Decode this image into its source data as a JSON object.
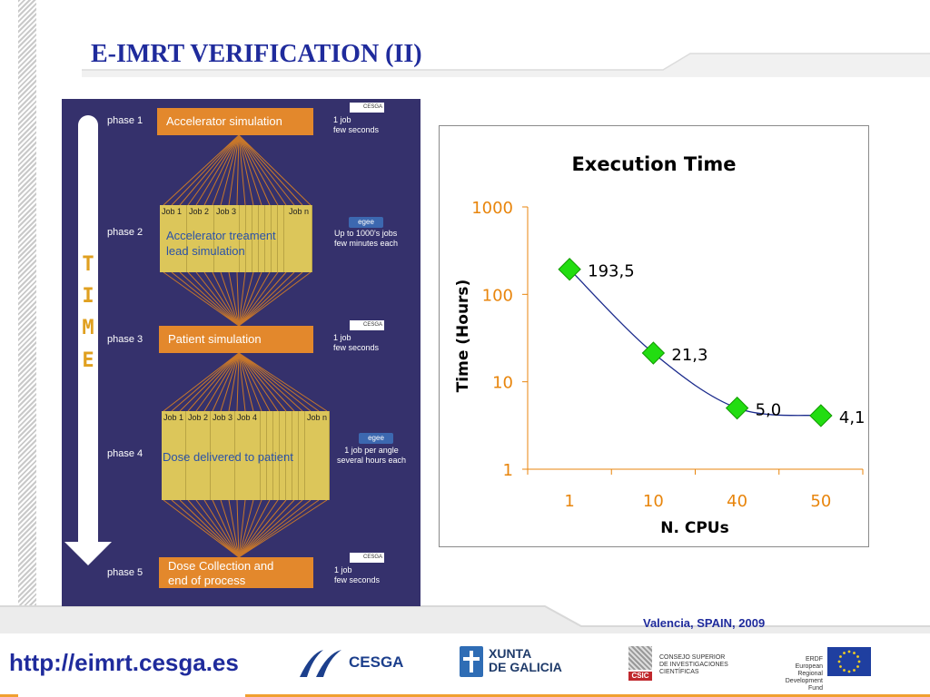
{
  "slide": {
    "title": "E-IMRT VERIFICATION (II)",
    "location": "Valencia, SPAIN, 2009",
    "url": "http://eimrt.cesga.es"
  },
  "workflow": {
    "time_letters": [
      "T",
      "I",
      "M",
      "E"
    ],
    "phases": [
      {
        "label": "phase 1",
        "box": "Accelerator simulation",
        "info": [
          "1 job",
          "few seconds"
        ],
        "logo": "CESGA"
      },
      {
        "label": "phase 2",
        "jobs": [
          "Job 1",
          "Job 2",
          "Job 3",
          "Job n"
        ],
        "text": [
          "Accelerator treament",
          "lead simulation"
        ],
        "info": [
          "Up to 1000's jobs",
          "few minutes each"
        ],
        "logo": "egee"
      },
      {
        "label": "phase 3",
        "box": "Patient simulation",
        "info": [
          "1 job",
          "few seconds"
        ],
        "logo": "CESGA"
      },
      {
        "label": "phase 4",
        "jobs": [
          "Job 1",
          "Job 2",
          "Job 3",
          "Job 4",
          "Job n"
        ],
        "text": [
          "Dose  delivered to patient"
        ],
        "info": [
          "1 job per angle",
          "several hours each"
        ],
        "logo": "egee"
      },
      {
        "label": "phase 5",
        "box_lines": [
          "Dose Collection and",
          "end of process"
        ],
        "info": [
          "1 job",
          "few seconds"
        ],
        "logo": "CESGA"
      }
    ]
  },
  "chart_data": {
    "type": "line",
    "title": "Execution Time",
    "xlabel": "N. CPUs",
    "ylabel": "Time (Hours)",
    "categories": [
      "1",
      "10",
      "40",
      "50"
    ],
    "values": [
      193.5,
      21.3,
      5.0,
      4.1
    ],
    "data_labels": [
      "193,5",
      "21,3",
      "5,0",
      "4,1"
    ],
    "y_scale": "log",
    "ylim": [
      1,
      1000
    ],
    "y_ticks": [
      "1",
      "10",
      "100",
      "1000"
    ],
    "line_color": "#1a2a8c",
    "marker_color": "#22dd11",
    "tick_label_color": "#e8850c",
    "grid": false
  },
  "logos": {
    "cesga": "CESGA",
    "xunta": [
      "XUNTA",
      "DE GALICIA"
    ],
    "csic": [
      "CONSEJO SUPERIOR",
      "DE INVESTIGACIONES",
      "CIENTÍFICAS"
    ],
    "csic_short": "CSIC",
    "erdf": [
      "ERDF",
      "European Regional",
      "Development Fund"
    ]
  }
}
